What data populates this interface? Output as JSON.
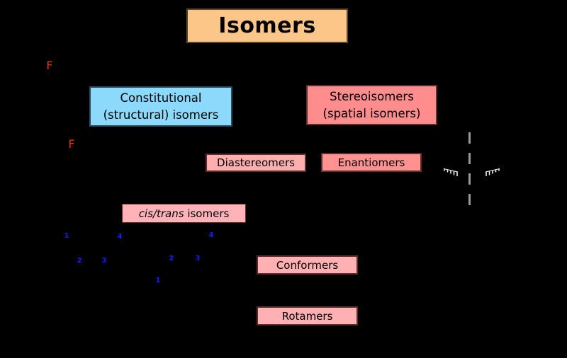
{
  "diagram": {
    "background_color": "#000000",
    "title_box": {
      "label": "Isomers",
      "fill": "#FBC687"
    },
    "boxes": {
      "constitutional": {
        "line1": "Constitutional",
        "line2": "(structural) isomers",
        "fill": "#8DD9FC"
      },
      "stereoisomers": {
        "line1": "Stereoisomers",
        "line2": "(spatial isomers)",
        "fill": "#FF8D8D"
      },
      "diastereomers": {
        "label": "Diastereomers",
        "fill": "#FFAEAE"
      },
      "enantiomers": {
        "label": "Enantiomers",
        "fill": "#FF9191"
      },
      "cis_trans": {
        "label_italic": "cis/trans",
        "label_rest": " isomers",
        "fill": "#FFB3B8"
      },
      "conformers": {
        "label": "Conformers",
        "fill": "#FFB0B3"
      },
      "rotamers": {
        "label": "Rotamers",
        "fill": "#FFB0B3"
      }
    },
    "structure_annotations": {
      "fluorine_label_1": "F",
      "fluorine_label_2": "F",
      "fluorine_color": "#EF3300",
      "left_molecule_numbering": [
        "1",
        "2",
        "3",
        "4"
      ],
      "right_molecule_numbering": [
        "2",
        "3",
        "4",
        "1"
      ],
      "numbering_color": "#1a1aff",
      "mirror_line_color": "#999999",
      "hashed_wedge_color": "#FFFFFF"
    }
  }
}
